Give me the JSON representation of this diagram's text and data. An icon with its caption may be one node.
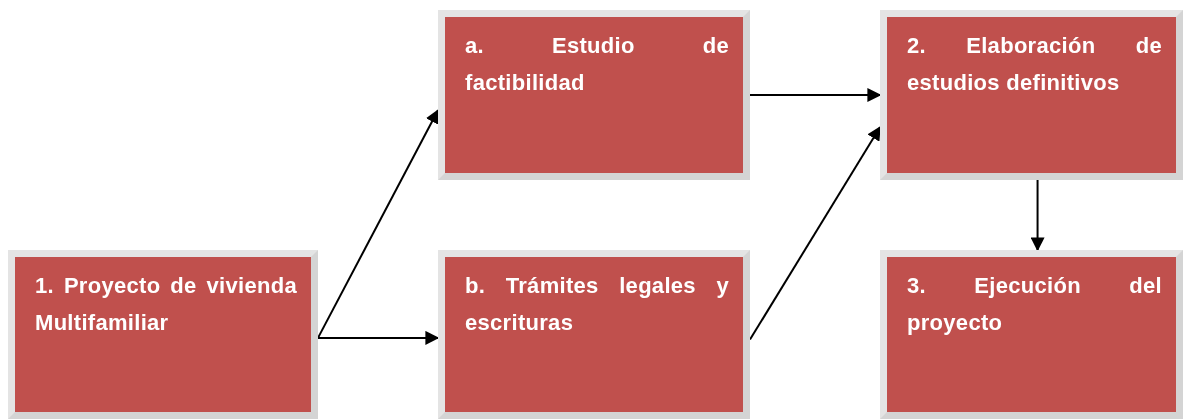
{
  "diagram": {
    "nodes": [
      {
        "text": [
          "1. Proyecto de vivienda Multifamiliar"
        ]
      },
      {
        "text": [
          "a. Estudio de factibilidad"
        ]
      },
      {
        "text": [
          "b. Trámites legales y escrituras"
        ]
      },
      {
        "text": [
          "2. Elaboración de estudios definitivos"
        ]
      },
      {
        "text": [
          "3. Ejecución del proyecto"
        ]
      }
    ],
    "edges": [
      {
        "from": 0,
        "to": 1,
        "arrow": "to"
      },
      {
        "from": 0,
        "to": 2,
        "arrow": "to"
      },
      {
        "from": 1,
        "to": 3,
        "arrow": "to"
      },
      {
        "from": 2,
        "to": 3,
        "arrow": "to"
      },
      {
        "from": 3,
        "to": 4,
        "arrow": "to"
      }
    ]
  }
}
